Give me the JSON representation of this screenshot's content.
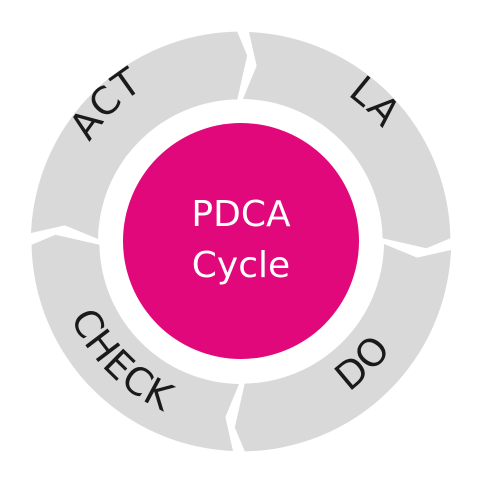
{
  "title": {
    "line1": "PDCA",
    "line2": "Cycle"
  },
  "segments": [
    {
      "id": "plan",
      "label": "PLAN"
    },
    {
      "id": "do",
      "label": "DO"
    },
    {
      "id": "check",
      "label": "CHECK"
    },
    {
      "id": "act",
      "label": "ACT"
    }
  ],
  "colors": {
    "segment": "#d9d9d9",
    "segment_text": "#1a1a1a",
    "hub": "#e0087a",
    "hub_text": "#ffffff",
    "background": "#ffffff"
  }
}
